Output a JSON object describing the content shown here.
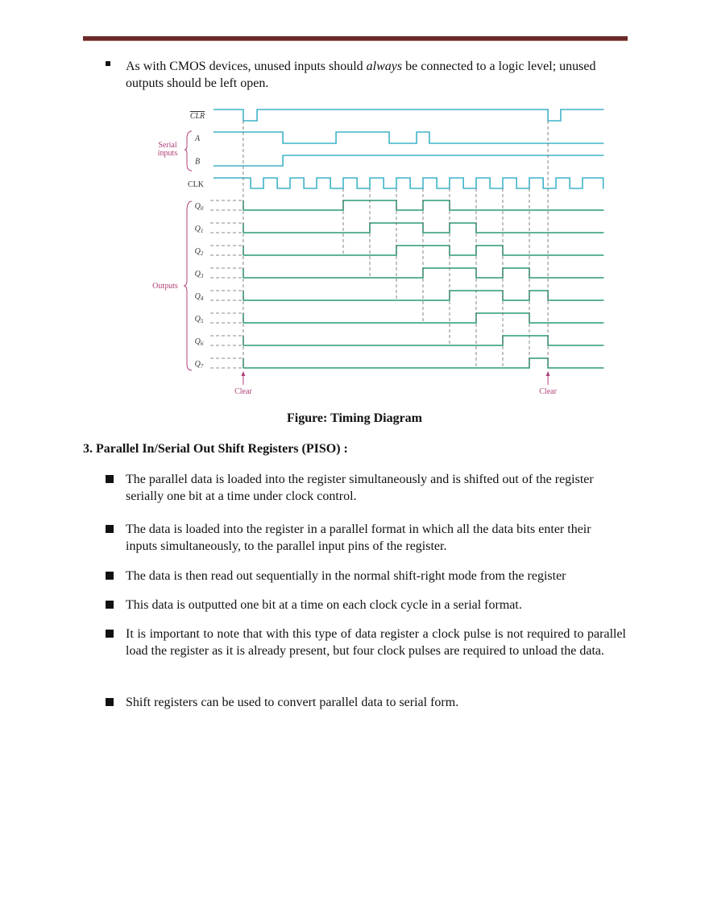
{
  "top_bullet": {
    "before": "As with CMOS devices, unused inputs should ",
    "emphasis": "always",
    "after": " be connected to a logic level; unused outputs should be left open."
  },
  "figure": {
    "caption": "Figure: Timing Diagram",
    "group_labels": {
      "serial_inputs": "Serial inputs",
      "outputs": "Outputs"
    },
    "clear_label": "Clear",
    "colors": {
      "inputs": "#3fb3c8",
      "outputs": "#2a9a72",
      "labels": "#b0407a",
      "dashes": "#666666"
    },
    "clock": {
      "label": "CLK",
      "rising_edges": 13
    },
    "clear_times": [
      0.24,
      11.7
    ],
    "inputs": [
      {
        "label": "CLR",
        "overline": true,
        "initial": 1,
        "transitions": [
          0.24,
          0.76,
          11.7,
          12.18
        ]
      },
      {
        "label": "A",
        "initial": 1,
        "transitions": [
          1.73,
          3.73,
          5.73,
          6.76,
          7.24
        ]
      },
      {
        "label": "B",
        "initial": 0,
        "transitions": [
          1.73
        ]
      }
    ],
    "outputs": [
      {
        "label": "Q0",
        "high": [
          [
            4,
            6
          ],
          [
            7,
            8
          ]
        ]
      },
      {
        "label": "Q1",
        "high": [
          [
            5,
            7
          ],
          [
            8,
            9
          ]
        ]
      },
      {
        "label": "Q2",
        "high": [
          [
            6,
            8
          ],
          [
            9,
            10
          ]
        ]
      },
      {
        "label": "Q3",
        "high": [
          [
            7,
            9
          ],
          [
            10,
            11
          ]
        ]
      },
      {
        "label": "Q4",
        "high": [
          [
            8,
            10
          ],
          [
            11,
            11.7
          ]
        ]
      },
      {
        "label": "Q5",
        "high": [
          [
            9,
            11
          ]
        ]
      },
      {
        "label": "Q6",
        "high": [
          [
            10,
            11.7
          ]
        ]
      },
      {
        "label": "Q7",
        "high": [
          [
            11,
            11.7
          ]
        ]
      }
    ]
  },
  "section": {
    "heading": "3.  Parallel In/Serial Out Shift Registers (PISO) :",
    "bullets": [
      "The parallel data is loaded into the register simultaneously and is shifted out of the register serially one bit at a time under clock control.",
      "The data is loaded into the register in a parallel format in which all the data bits enter their inputs simultaneously, to the parallel input pins of the register.",
      "The data is then read out sequentially in the normal shift-right mode from the register",
      "This data is outputted one bit at a time on each clock cycle in a serial format.",
      "It is important to note that with this type of data register a clock pulse is not required to parallel load the register as it is already present, but four clock pulses are required to unload the data.",
      "Shift registers can be used to convert parallel data to serial form."
    ]
  }
}
